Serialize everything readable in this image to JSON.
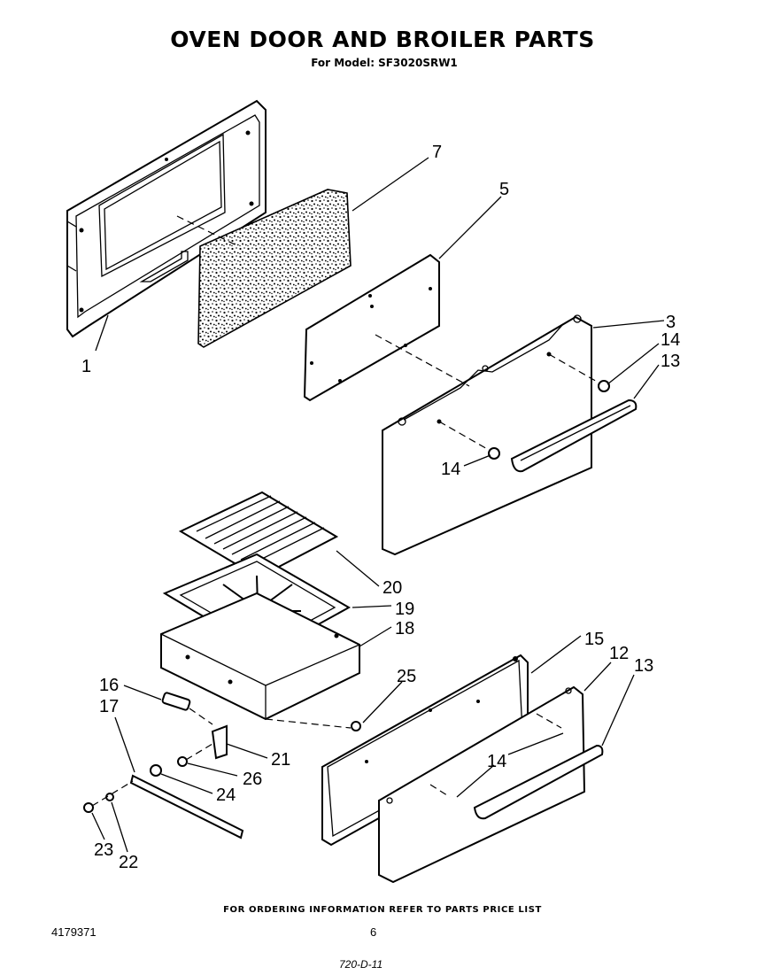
{
  "header": {
    "title": "OVEN DOOR AND BROILER PARTS",
    "model_label": "For Model:",
    "model_number": "SF3020SRW1"
  },
  "callouts": {
    "p1": "1",
    "p3": "3",
    "p5": "5",
    "p7": "7",
    "p12": "12",
    "p13a": "13",
    "p13b": "13",
    "p14a": "14",
    "p14b": "14",
    "p14c": "14",
    "p15": "15",
    "p16": "16",
    "p17": "17",
    "p18": "18",
    "p19": "19",
    "p20": "20",
    "p21": "21",
    "p22": "22",
    "p23": "23",
    "p24": "24",
    "p25": "25",
    "p26": "26"
  },
  "footer": {
    "ordering_note": "FOR ORDERING INFORMATION REFER TO PARTS PRICE LIST",
    "doc_number": "4179371",
    "page_number": "6",
    "revision_code": "720-D-11"
  }
}
